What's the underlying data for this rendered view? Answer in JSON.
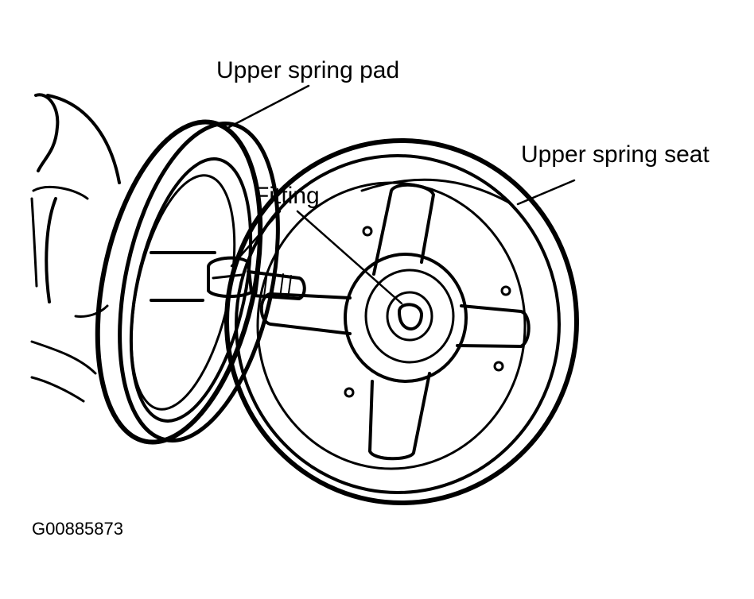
{
  "labels": {
    "upper_spring_pad": "Upper spring pad",
    "upper_spring_seat": "Upper spring seat",
    "fitting": "Fitting"
  },
  "figure_id": "G00885873",
  "colors": {
    "ink": "#000000",
    "paper": "#ffffff"
  }
}
